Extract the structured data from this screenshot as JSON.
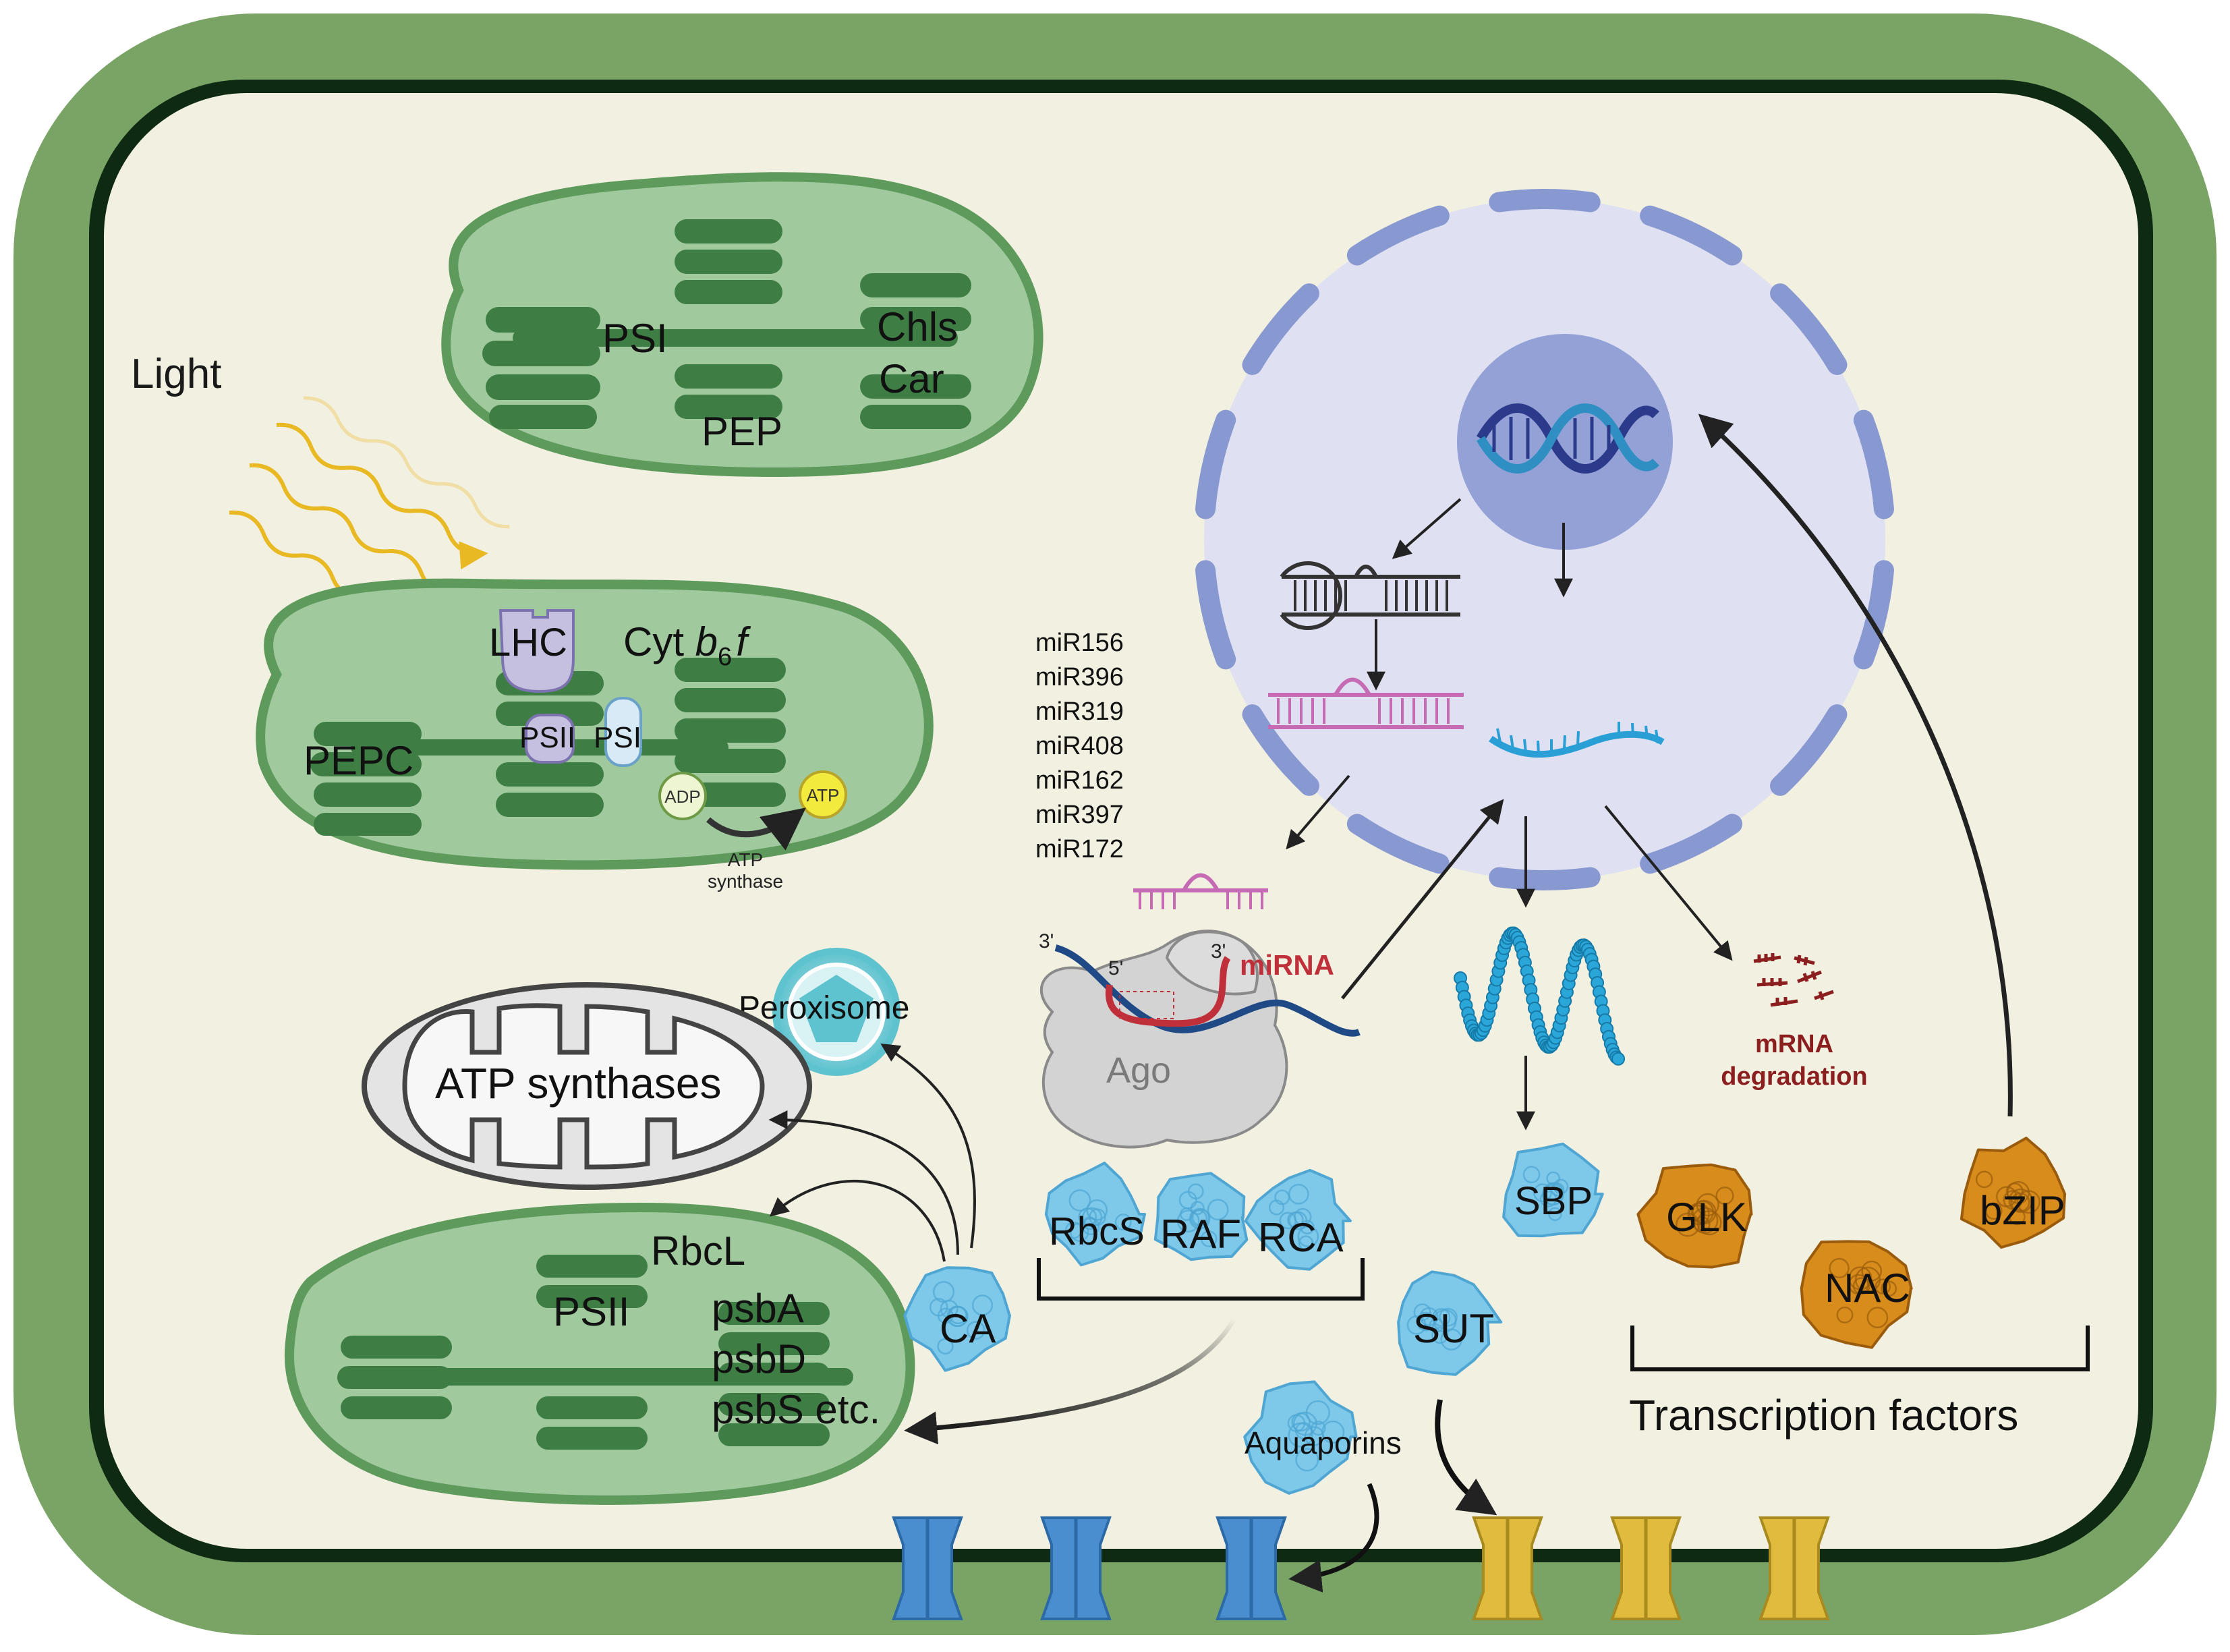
{
  "labels": {
    "light": "Light",
    "chloroplast_top": {
      "psi": "PSI",
      "chls": "Chls",
      "car": "Car",
      "pep": "PEP"
    },
    "chloroplast_mid": {
      "lhc": "LHC",
      "cyt_prefix": "Cyt ",
      "cyt_b": "b",
      "cyt_sub": "6",
      "cyt_f": "f",
      "pepc": "PEPC",
      "psii": "PSII",
      "psi": "PSI",
      "adp": "ADP",
      "atp": "ATP",
      "atp_synthase_line1": "ATP",
      "atp_synthase_line2": "synthase"
    },
    "mirnas": [
      "miR156",
      "miR396",
      "miR319",
      "miR408",
      "miR162",
      "miR397",
      "miR172"
    ],
    "rnai": {
      "three_prime_left": "3'",
      "five_prime": "5'",
      "three_prime_right": "3'",
      "mirna": "miRNA",
      "ago": "Ago"
    },
    "peroxisome": "Peroxisome",
    "mitochondrion": "ATP synthases",
    "chloroplast_bottom": {
      "rbcl": "RbcL",
      "psii": "PSII",
      "psba": "psbA",
      "psbd": "psbD",
      "psbs": "psbS etc."
    },
    "proteins": {
      "ca": "CA",
      "rbcs": "RbcS",
      "raf": "RAF",
      "rca": "RCA",
      "sbp": "SBP",
      "sut": "SUT",
      "aquaporins": "Aquaporins"
    },
    "mrna_degradation_line1": "mRNA",
    "mrna_degradation_line2": "degradation",
    "transcription_factors": {
      "glk": "GLK",
      "nac": "NAC",
      "bzip": "bZIP",
      "caption": "Transcription factors"
    }
  },
  "colors": {
    "cell_wall": "#7aa465",
    "membrane_outline": "#0e2a12",
    "cytoplasm": "#f2f0e1",
    "chloroplast_fill": "#a0c99e",
    "chloroplast_stroke": "#5e9a5c",
    "thylakoid": "#3e7e45",
    "nucleus_fill": "#dfe1f2",
    "nuclear_envelope": "#8899d1",
    "nucleolus": "#93a1d6",
    "light_ray": "#e8b923",
    "protein_blue": "#7ec8ea",
    "protein_orange": "#d88c1c",
    "aquaporin_channel": "#4a8ed0",
    "sut_channel": "#e1bb3e",
    "mirna_red": "#c0303a",
    "mrna_blue": "#2a9fd6",
    "ago_grey": "#d3d3d3",
    "degradation_red": "#8b1e1e"
  }
}
